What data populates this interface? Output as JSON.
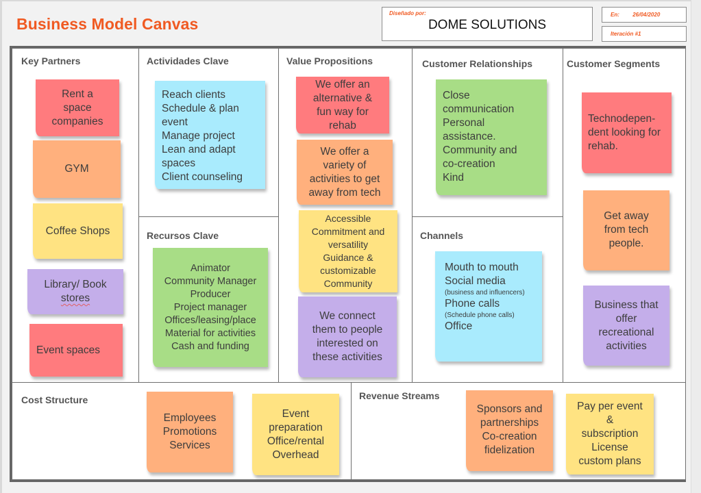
{
  "header": {
    "title": "Business Model Canvas",
    "designed_by_label": "Diseñado por:",
    "designed_by_value": "DOME SOLUTIONS",
    "date_label": "En:",
    "date_value": "26/04/2020",
    "iteration_label": "Iteración #1"
  },
  "colors": {
    "title": "#f05a22",
    "note_red": "#ff7b7e",
    "note_orange": "#ffb07d",
    "note_yellow": "#ffe382",
    "note_purple": "#c4aeea",
    "note_blue": "#a9ebfd",
    "note_green": "#a8dd86"
  },
  "sections": {
    "key_partners": {
      "title": "Key Partners",
      "notes": [
        {
          "color": "red",
          "lines": [
            "Rent a",
            "space",
            "companies"
          ]
        },
        {
          "color": "orange",
          "lines": [
            "GYM"
          ]
        },
        {
          "color": "yellow",
          "lines": [
            "Coffee Shops"
          ]
        },
        {
          "color": "purple",
          "lines": [
            "Library/ Book",
            "stores"
          ]
        },
        {
          "color": "red",
          "lines": [
            "Event spaces"
          ]
        }
      ]
    },
    "key_activities": {
      "title": "Actividades Clave",
      "notes": [
        {
          "color": "blue",
          "lines": [
            "Reach clients",
            "Schedule & plan",
            "event",
            "Manage project",
            "Lean and adapt",
            "spaces",
            "Client counseling"
          ]
        }
      ]
    },
    "key_resources": {
      "title": "Recursos Clave",
      "notes": [
        {
          "color": "green",
          "lines": [
            "Animator",
            "Community Manager",
            "Producer",
            "Project manager",
            "Offices/leasing/place",
            "Material for activities",
            "Cash and funding"
          ]
        }
      ]
    },
    "value_propositions": {
      "title": "Value Propositions",
      "notes": [
        {
          "color": "red",
          "lines": [
            "We offer an",
            "alternative &",
            "fun way for",
            "rehab"
          ]
        },
        {
          "color": "orange",
          "lines": [
            "We offer a",
            "variety of",
            "activities to get",
            "away from tech"
          ]
        },
        {
          "color": "yellow",
          "lines": [
            "Accessible",
            "Commitment and",
            "versatility",
            "Guidance &",
            "customizable",
            "Community"
          ]
        },
        {
          "color": "purple",
          "lines": [
            "We connect",
            "them to people",
            "interested on",
            "these activities"
          ]
        }
      ]
    },
    "customer_relationships": {
      "title": "Customer Relationships",
      "notes": [
        {
          "color": "green",
          "lines": [
            "Close",
            "communication",
            "Personal",
            "assistance.",
            "Community and",
            "co-creation",
            "Kind"
          ]
        }
      ]
    },
    "channels": {
      "title": "Channels",
      "notes": [
        {
          "color": "blue",
          "lines": [
            "Mouth to mouth",
            "Social media",
            "(business and influencers)",
            "Phone calls",
            "(Schedule phone calls)",
            "Office"
          ]
        }
      ]
    },
    "customer_segments": {
      "title": "Customer Segments",
      "notes": [
        {
          "color": "red",
          "lines": [
            "Technodepen-",
            "dent looking for",
            "rehab."
          ]
        },
        {
          "color": "orange",
          "lines": [
            "Get away",
            "from tech",
            "people."
          ]
        },
        {
          "color": "purple",
          "lines": [
            "Business that",
            "offer",
            "recreational",
            "activities"
          ]
        }
      ]
    },
    "cost_structure": {
      "title": "Cost Structure",
      "notes": [
        {
          "color": "orange",
          "lines": [
            "Employees",
            "Promotions",
            "Services"
          ]
        },
        {
          "color": "yellow",
          "lines": [
            "Event",
            "preparation",
            "Office/rental",
            "Overhead"
          ]
        }
      ]
    },
    "revenue_streams": {
      "title": "Revenue Streams",
      "notes": [
        {
          "color": "orange",
          "lines": [
            "Sponsors and",
            "partnerships",
            "Co-creation",
            "fidelization"
          ]
        },
        {
          "color": "yellow",
          "lines": [
            "Pay per event",
            "&",
            "subscription",
            "License",
            "custom plans"
          ]
        }
      ]
    }
  }
}
